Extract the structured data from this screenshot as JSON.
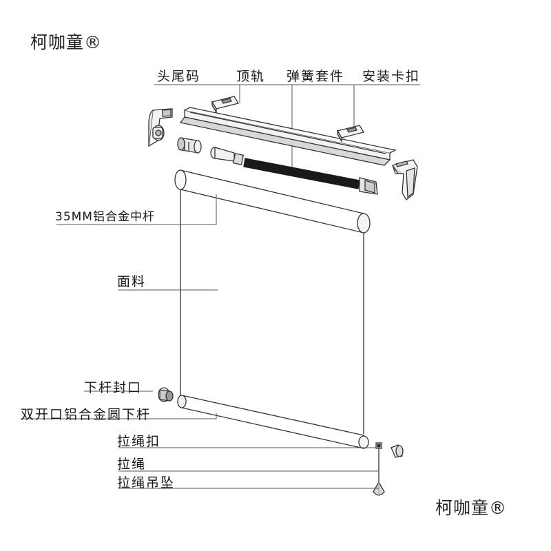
{
  "brand": {
    "top": "柯咖童®",
    "bottom": "柯咖童®"
  },
  "labels": {
    "end_cap": "头尾码",
    "top_rail": "顶轨",
    "spring_kit": "弹簧套件",
    "install_clip": "安装卡扣",
    "center_rod": "35MM铝合金中杆",
    "fabric": "面料",
    "bottom_rod_cap": "下杆封口",
    "bottom_rod": "双开口铝合金圆下杆",
    "cord_buckle": "拉绳扣",
    "cord": "拉绳",
    "cord_weight": "拉绳吊坠"
  },
  "colors": {
    "line": "#333333",
    "spring": "#1a1a1a",
    "part_fill": "#f4f4f4",
    "part_shade": "#c8c8c8"
  }
}
